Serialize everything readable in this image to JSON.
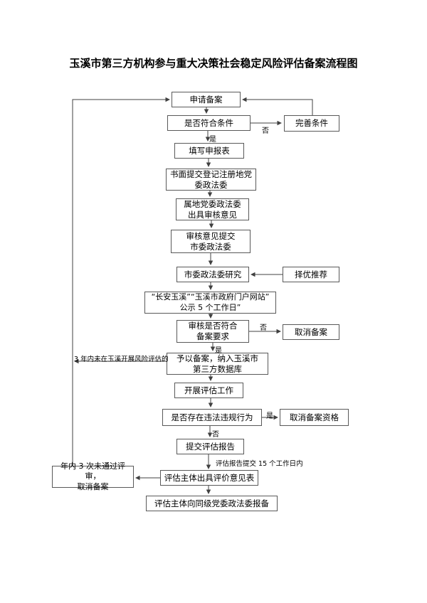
{
  "title": "玉溪市第三方机构参与重大决策社会稳定风险评估备案流程图",
  "diagram": {
    "nodes": {
      "apply": "申请备案",
      "check": "是否符合条件",
      "improve": "完善条件",
      "fill_form": "填写申报表",
      "written_submit": "书面提交登记注册地党\n委政法委",
      "local_opinion": "属地党委政法委\n出具审核意见",
      "submit_opinion": "审核意见提交\n市委政法委",
      "municipal_research": "市委政法委研究",
      "merit_recommend": "择优推荐",
      "publicity": "“长安玉溪”“玉溪市政府门户网站”\n公示 5 个工作日”",
      "review_filing": "审核是否符合\n备案要求",
      "cancel_filing": "取消备案",
      "grant_filing": "予以备案，纳入玉溪市\n第三方数据库",
      "conduct": "开展评估工作",
      "violation_check": "是否存在违法违规行为",
      "cancel_qualification": "取消备案资格",
      "submit_report": "提交评估报告",
      "fail_three": "年内 3 次未通过评审，\n取消备案",
      "evaluation_form": "评估主体出具评价意见表",
      "report_filing": "评估主体向同级党委政法委报备"
    },
    "edge_labels": {
      "no_to_improve": "否",
      "yes_to_fill": "是",
      "no_to_cancel": "否",
      "yes_to_grant": "是",
      "yes_to_cancel_qualification": "是",
      "no_to_submit_report": "否"
    },
    "annotations": {
      "three_years": "3 年内未在玉溪开展风险评估的",
      "fifteen_days": "评估报告提交 15 个工作日内"
    },
    "colors": {
      "line": "#404040",
      "box_border": "#595959",
      "text": "#000000",
      "background": "#ffffff"
    }
  }
}
